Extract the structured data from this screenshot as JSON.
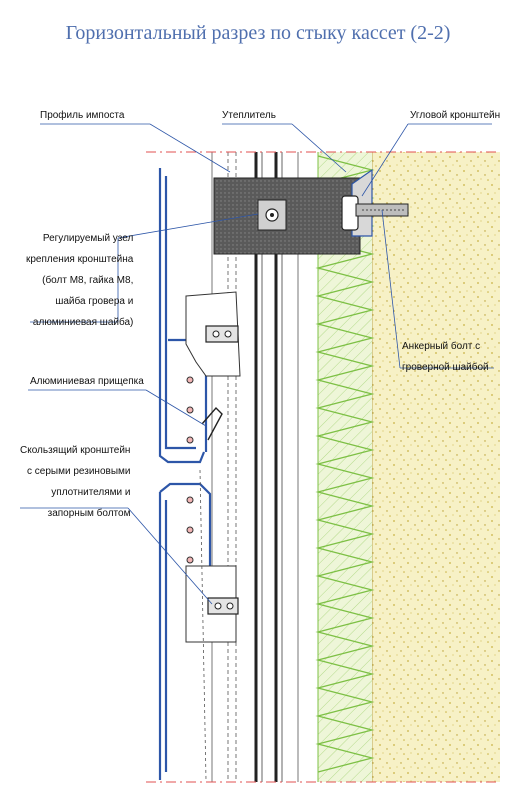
{
  "title": "Горизонтальный разрез по стыку кассет (2-2)",
  "labels": {
    "impost_profile": "Профиль импоста",
    "insulation": "Утеплитель",
    "corner_bracket": "Угловой кронштейн",
    "adjustable_node": [
      "Регулируемый  узел",
      "крепления кронштейна",
      "(болт М8, гайка М8,",
      "шайба гровера и",
      "алюминиевая шайба)"
    ],
    "anchor_bolt": [
      "Анкерный болт с",
      "гроверной шайбой"
    ],
    "aluminum_clip": "Алюминиевая прищепка",
    "sliding_bracket": [
      "Скользящий кронштейн",
      "с серыми резиновыми",
      "уплотнителями и",
      "запорным болтом"
    ]
  },
  "colors": {
    "title": "#4f6fae",
    "cassette": "#2d56a8",
    "insulation_fill": "#e8f3cc",
    "insulation_hatch": "#8fce55",
    "concrete_fill": "#f7f1c6",
    "concrete_dots": "#c9b244",
    "bracket_fill": "#555555",
    "edge_dash": "#e05050"
  }
}
